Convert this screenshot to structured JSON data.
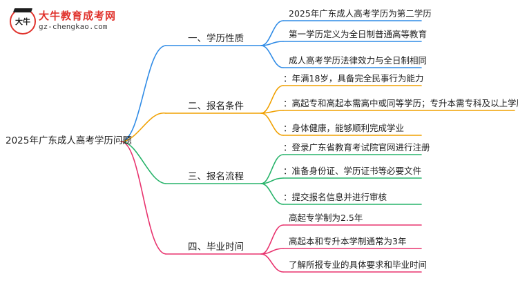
{
  "logo": {
    "title": "大牛教育成考网",
    "url": "gz-chengkao.com",
    "mark": "大牛"
  },
  "root": "2025年广东成人高考学历问题",
  "colors": {
    "b1": "#2f8be6",
    "b2": "#f0a000",
    "b3": "#27b36a",
    "b4": "#e8336e"
  },
  "branches": [
    {
      "label": "一、学历性质",
      "leaves": [
        "2025年广东成人高考学历为第二学历",
        "第一学历定义为全日制普通高等教育",
        "成人高考学历法律效力与全日制相同"
      ]
    },
    {
      "label": "二、报名条件",
      "leaves": [
        "：年满18岁，具备完全民事行为能力",
        "：高起专和高起本需高中或同等学历；专升本需专科及以上学历",
        "：身体健康，能够顺利完成学业"
      ]
    },
    {
      "label": "三、报名流程",
      "leaves": [
        "：登录广东省教育考试院官网进行注册",
        "：准备身份证、学历证书等必要文件",
        "：提交报名信息并进行审核"
      ]
    },
    {
      "label": "四、毕业时间",
      "leaves": [
        "高起专学制为2.5年",
        "高起本和专升本学制通常为3年",
        "了解所报专业的具体要求和毕业时间"
      ]
    }
  ]
}
